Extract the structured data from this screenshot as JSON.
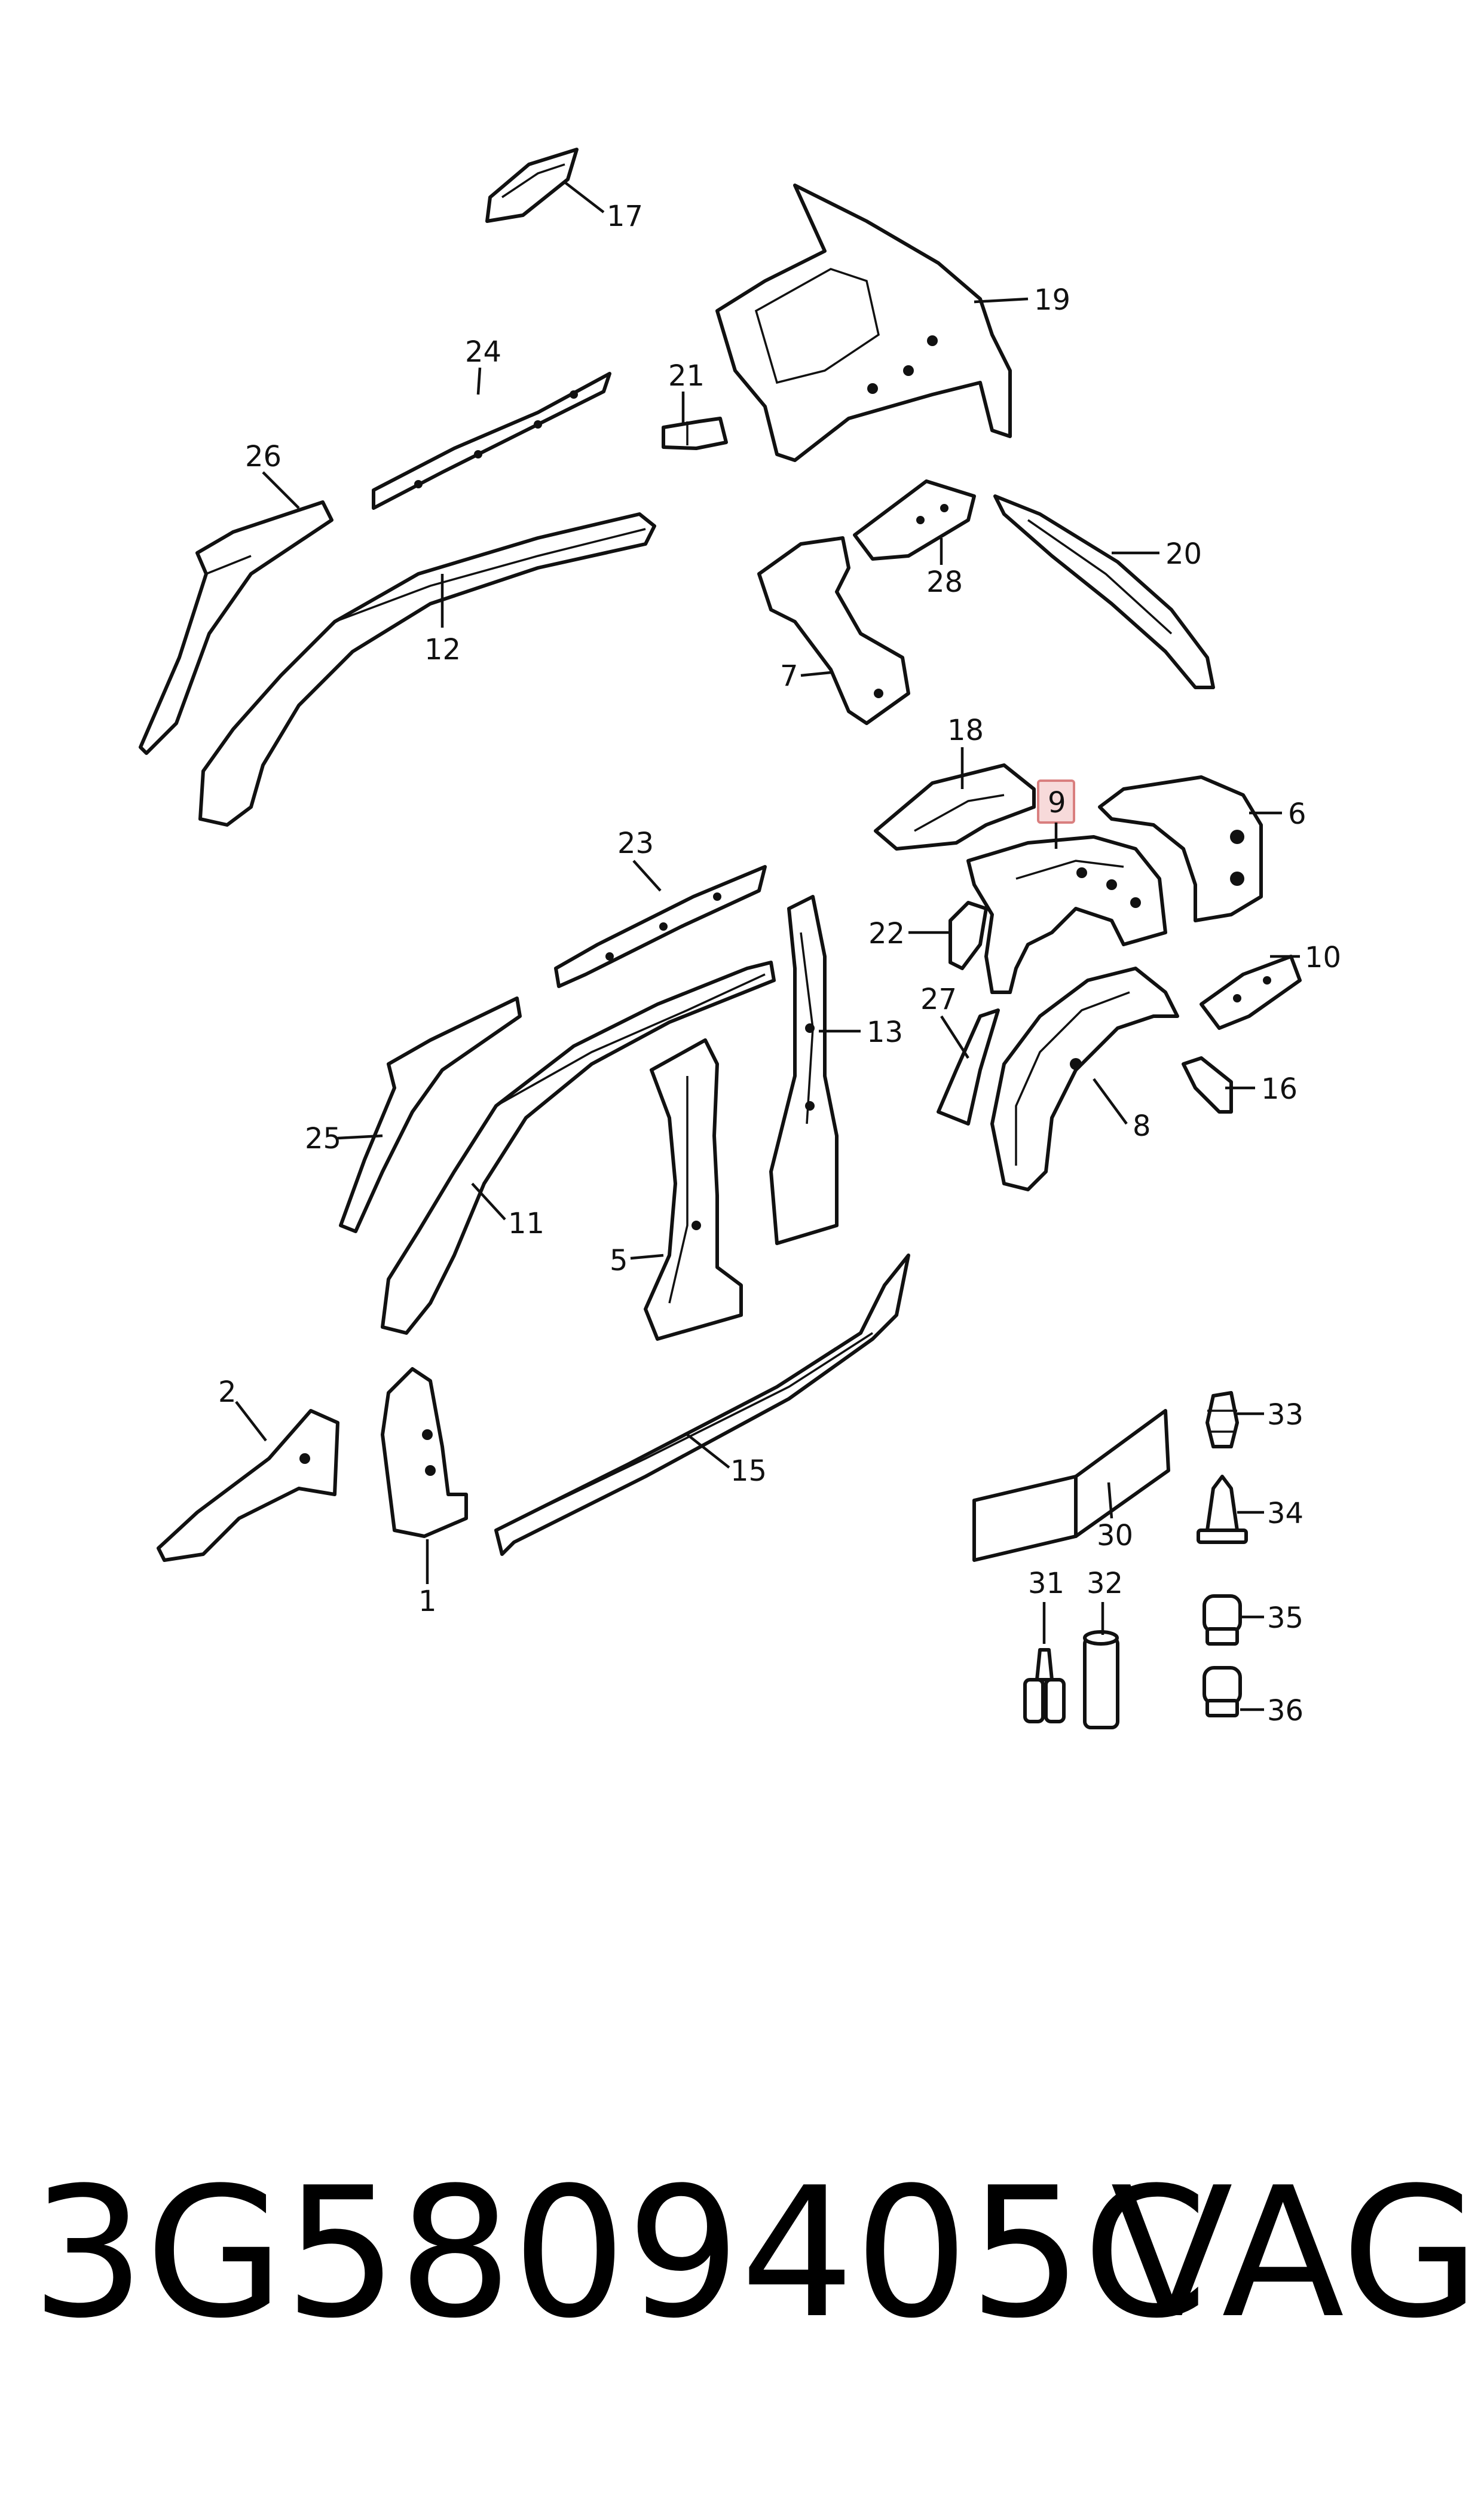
{
  "diagram": {
    "callouts": [
      "1",
      "2",
      "5",
      "6",
      "7",
      "8",
      "9",
      "10",
      "11",
      "12",
      "13",
      "15",
      "16",
      "17",
      "18",
      "19",
      "20",
      "21",
      "22",
      "23",
      "24",
      "25",
      "26",
      "27",
      "28",
      "30",
      "31",
      "32",
      "33",
      "34",
      "35",
      "36"
    ],
    "highlighted_callout": "9",
    "colors": {
      "line": "#111111",
      "highlight_fill": "#f7dada",
      "highlight_stroke": "#d97f7f"
    }
  },
  "footer": {
    "part_number": "3G5809405C",
    "brand": "VAG"
  }
}
